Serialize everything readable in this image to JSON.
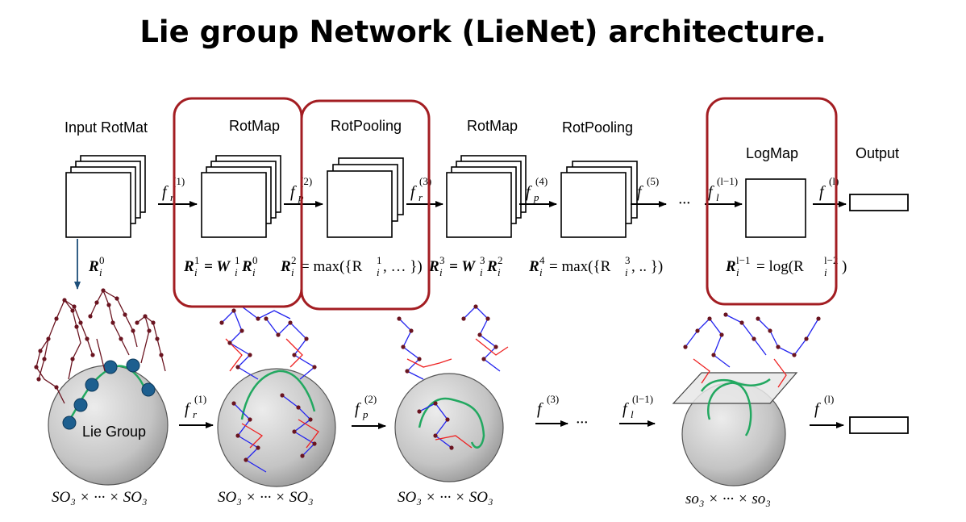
{
  "title": "Lie group Network (LieNet) architecture.",
  "top_row": {
    "stage_labels": [
      "Input RotMat",
      "RotMap",
      "RotPooling",
      "RotMap",
      "RotPooling",
      "LogMap",
      "Output"
    ],
    "arrow_functions": [
      "f",
      "f",
      "f",
      "f",
      "f",
      "f",
      "f"
    ],
    "arrow_subscripts": [
      "r",
      "p",
      "r",
      "p",
      "",
      "l",
      ""
    ],
    "arrow_superscripts": [
      "(1)",
      "(2)",
      "(3)",
      "(4)",
      "(5)",
      "(l−1)",
      "(l)"
    ],
    "dots": "···",
    "formulas": [
      {
        "main": "R",
        "sub": "i",
        "sup": "0",
        "rest": ""
      },
      {
        "main": "R",
        "sub": "i",
        "sup": "1",
        "rest": "= W",
        "rest_sub": "i",
        "rest_sup": "1",
        "tail": "R",
        "tail_sub": "i",
        "tail_sup": "0"
      },
      {
        "main": "R",
        "sub": "i",
        "sup": "2",
        "rest": "= max({R",
        "rest_sub": "i",
        "rest_sup": "1",
        "tail": ", … })"
      },
      {
        "main": "R",
        "sub": "i",
        "sup": "3",
        "rest": "= W",
        "rest_sub": "i",
        "rest_sup": "3",
        "tail": "R",
        "tail_sub": "i",
        "tail_sup": "2"
      },
      {
        "main": "R",
        "sub": "i",
        "sup": "4",
        "rest": "= max({R",
        "rest_sub": "i",
        "rest_sup": "3",
        "tail": ", .. })"
      },
      {
        "main": "R",
        "sub": "i",
        "sup": "l−1",
        "rest": "= log(R",
        "rest_sub": "i",
        "rest_sup": "l−2",
        "tail": ")"
      }
    ]
  },
  "bottom_row": {
    "sphere_label": "Lie Group",
    "arrow_superscripts": [
      "(1)",
      "(2)",
      "(3)",
      "(l−1)",
      "(l)"
    ],
    "arrow_subscripts": [
      "r",
      "p",
      "",
      "l",
      ""
    ],
    "dots": "···",
    "group_labels": [
      "SO₃ × ··· × SO₃",
      "SO₃ × ··· × SO₃",
      "SO₃ × ··· × SO₃",
      "so₃ × ··· × so₃"
    ]
  },
  "colors": {
    "highlight_box": "#a31d22",
    "sphere_fill": "#c9c9c9",
    "curve": "#22a860",
    "skeleton_dark": "#7a1020",
    "skeleton_blue": "#2222ee",
    "skeleton_red": "#ee2222",
    "lie_group_dots": "#1d5f8f",
    "arrow": "#000000"
  }
}
